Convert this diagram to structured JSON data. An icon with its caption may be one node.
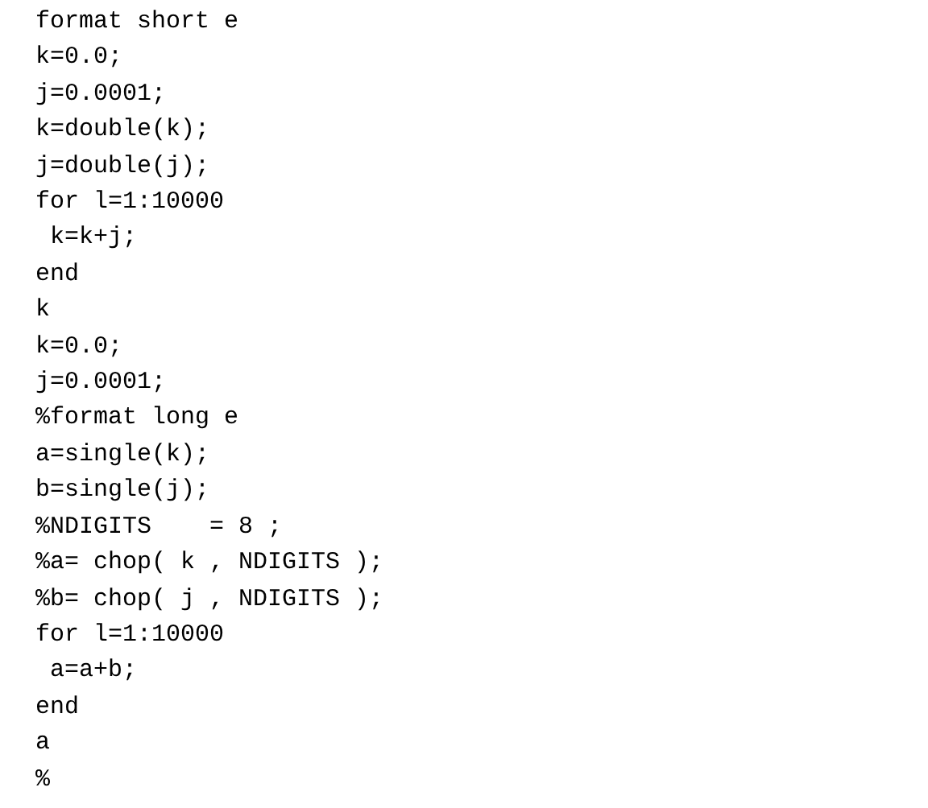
{
  "diagram": {
    "labels": [
      "format short e",
      "k=0.0;",
      "j=0.0001;",
      "k=double(k);",
      "j=double(j);",
      "for l=1:10000",
      " k=k+j;",
      "end",
      "k",
      "k=0.0;",
      "j=0.0001;",
      "%format long e",
      "a=single(k);",
      "b=single(j);",
      "%NDIGITS    = 8 ;",
      "%a= chop( k , NDIGITS );",
      "%b= chop( j , NDIGITS );",
      "for l=1:10000",
      " a=a+b;",
      "end",
      "a",
      "%"
    ]
  }
}
